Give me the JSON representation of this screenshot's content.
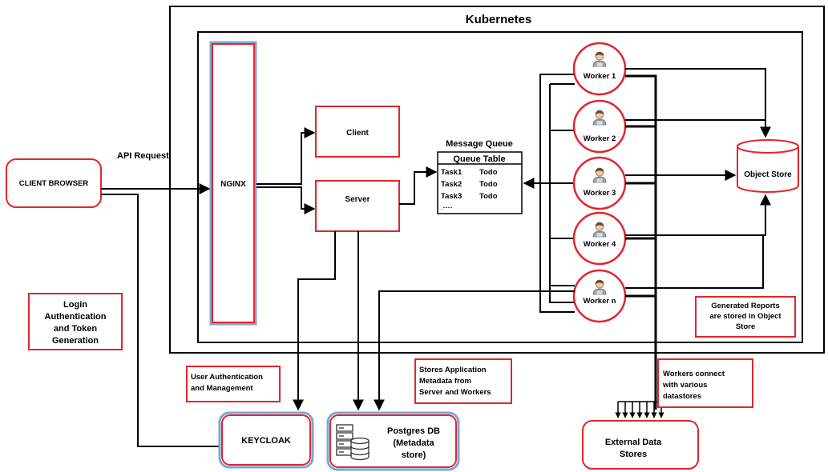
{
  "title": "Kubernetes",
  "api_request": "API Request",
  "client_browser": "CLIENT BROWSER",
  "nginx": "NGINX",
  "client": "Client",
  "server": "Server",
  "message_queue": {
    "title": "Message Queue",
    "table_header": "Queue Table",
    "rows": [
      {
        "task": "Task1",
        "status": "Todo"
      },
      {
        "task": "Task2",
        "status": "Todo"
      },
      {
        "task": "Task3",
        "status": "Todo"
      }
    ],
    "more": ".----"
  },
  "workers": [
    "Worker 1",
    "Worker 2",
    "Worker 3",
    "Worker 4",
    "Worker n"
  ],
  "object_store": "Object Store",
  "notes": {
    "login": [
      "Login",
      "Authentication",
      "and Token",
      "Generation"
    ],
    "reports": [
      "Generated Reports",
      "are stored in Object",
      "Store"
    ],
    "user_auth": [
      "User Authentication",
      "and Management"
    ],
    "stores_app": [
      "Stores Application",
      "Metadata from",
      "Server and Workers"
    ],
    "workers_connect": [
      "Workers connect",
      "with various",
      "datastores"
    ]
  },
  "keycloak": "KEYCLOAK",
  "postgres": [
    "Postgres DB",
    "(Metadata",
    "store)"
  ],
  "external": [
    "External Data",
    "Stores"
  ],
  "colors": {
    "red": "#e0262b",
    "blue_border": "#7aa7d6",
    "line": "#000000"
  },
  "icons": [
    "person-icon",
    "database-icon"
  ]
}
